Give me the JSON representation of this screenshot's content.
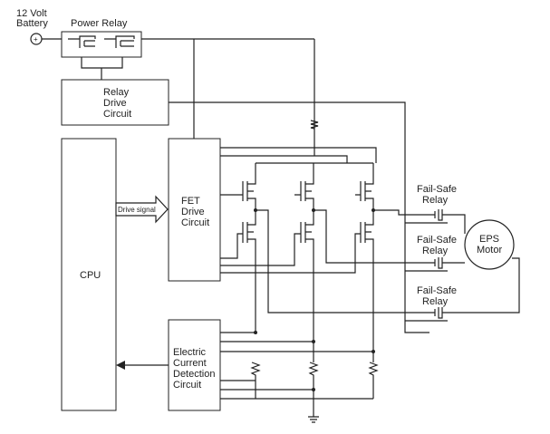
{
  "battery": {
    "line1": "12 Volt",
    "line2": "Battery",
    "symbol": "+"
  },
  "power_relay": {
    "label": "Power Relay"
  },
  "relay_drive": {
    "line1": "Relay",
    "line2": "Drive",
    "line3": "Circuit"
  },
  "cpu": {
    "label": "CPU"
  },
  "drive_signal": {
    "label": "Drive signal"
  },
  "fet_drive": {
    "line1": "FET",
    "line2": "Drive",
    "line3": "Circuit"
  },
  "current_detection": {
    "line1": "Electric",
    "line2": "Current",
    "line3": "Detection",
    "line4": "Circuit"
  },
  "fail_safe_relays": [
    {
      "line1": "Fail-Safe",
      "line2": "Relay"
    },
    {
      "line1": "Fail-Safe",
      "line2": "Relay"
    },
    {
      "line1": "Fail-Safe",
      "line2": "Relay"
    }
  ],
  "motor": {
    "line1": "EPS",
    "line2": "Motor"
  }
}
